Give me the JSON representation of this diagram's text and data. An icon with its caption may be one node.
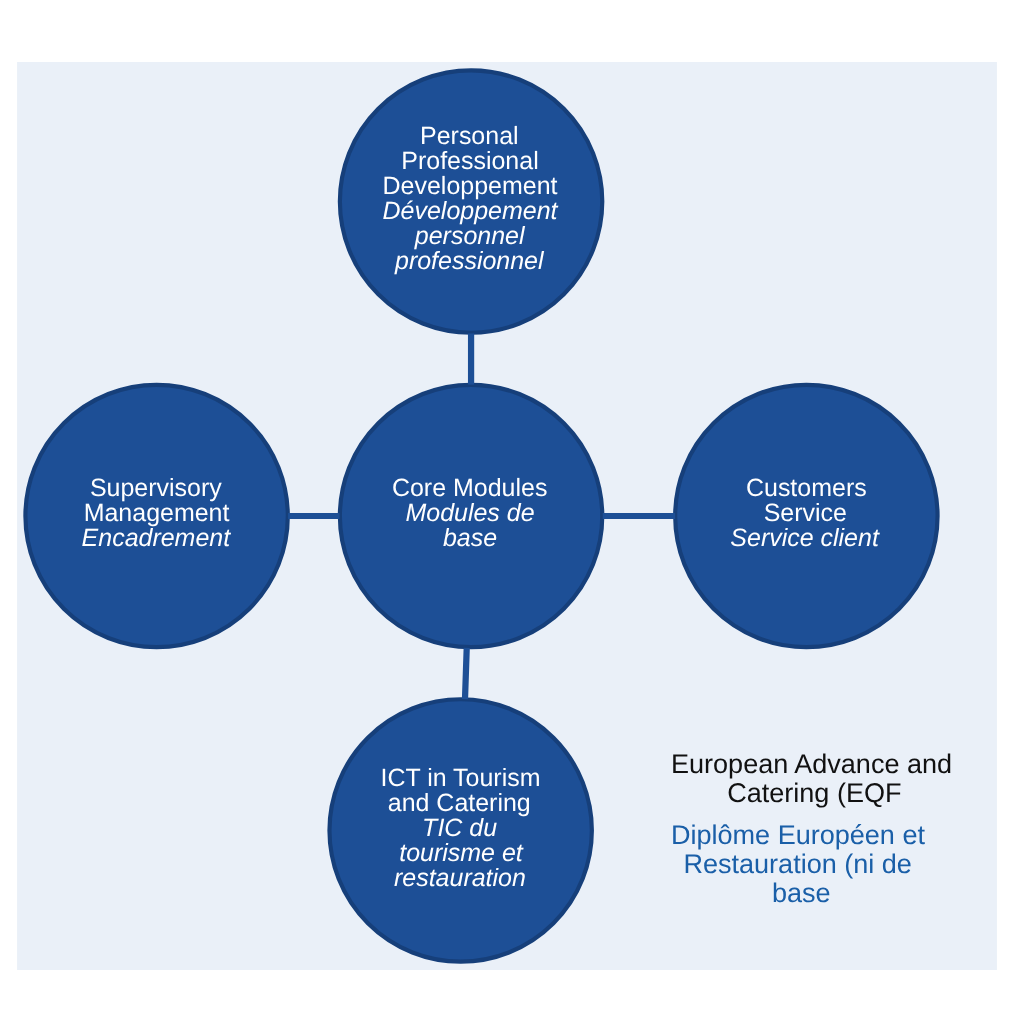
{
  "diagram": {
    "nodes": [
      {
        "text": [
          "Personal Professional Developpement",
          "Développement personnel professionnel"
        ]
      },
      {
        "text": [
          "Supervisory Management",
          "Encadrement"
        ]
      },
      {
        "text": [
          "Core Modules",
          "Modules de base"
        ]
      },
      {
        "text": [
          "Customers Service",
          "Service client"
        ]
      },
      {
        "text": [
          "ICT in Tourism and Catering",
          "TIC du tourisme et restauration"
        ]
      }
    ],
    "edges": [
      {
        "from": 0,
        "to": 2,
        "arrow": "none"
      },
      {
        "from": 1,
        "to": 2,
        "arrow": "none"
      },
      {
        "from": 2,
        "to": 3,
        "arrow": "none"
      },
      {
        "from": 2,
        "to": 4,
        "arrow": "none"
      }
    ],
    "labels": [
      "European Advance and Catering (EQF",
      "Diplôme Européen et Restauration (ni de base"
    ]
  }
}
